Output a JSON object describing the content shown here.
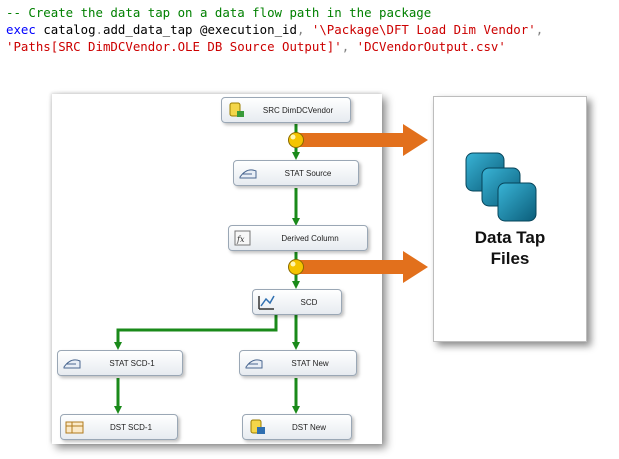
{
  "code": {
    "comment": "-- Create the data tap on a data flow path in the package",
    "line2_exec": "exec",
    "line2_catalog": "catalog",
    "line2_dot": ".",
    "line2_proc": "add_data_tap",
    "line2_var": " @execution_id",
    "line2_sep1": ", ",
    "line2_str": "'\\Package\\DFT Load Dim Vendor'",
    "line2_sep2": ",",
    "line3_str1": "'Paths[SRC DimDCVendor.OLE DB Source Output]'",
    "line3_sep": ", ",
    "line3_str2": "'DCVendorOutput.csv'"
  },
  "nodes": {
    "src": "SRC DimDCVendor",
    "stat_source": "STAT Source",
    "derived": "Derived Column",
    "scd": "SCD",
    "stat_scd1": "STAT SCD-1",
    "stat_new": "STAT New",
    "dst_scd1": "DST SCD-1",
    "dst_new": "DST New"
  },
  "files_label": {
    "line1": "Data Tap",
    "line2": "Files"
  },
  "colors": {
    "path": "#1a8a1a",
    "arrow": "#e2701c",
    "tap_dot": "#f5c400",
    "file_icon": "#0d6e8f"
  }
}
